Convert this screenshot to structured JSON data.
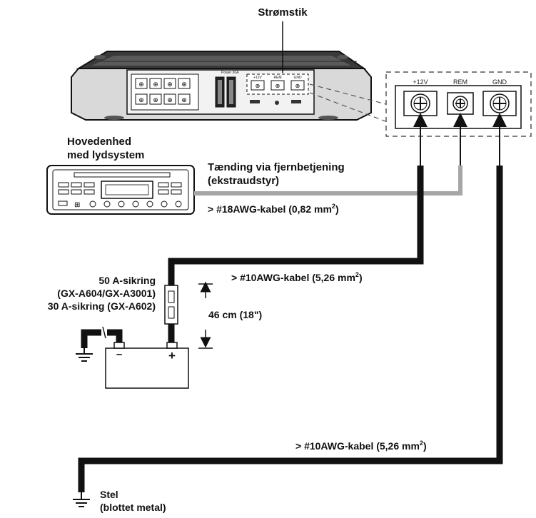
{
  "labels": {
    "power_connector": "Strømstik",
    "head_unit_1": "Hovedenhed",
    "head_unit_2": "med lydsystem",
    "remote_1": "Tænding via fjernbetjening",
    "remote_2": "(ekstraudstyr)",
    "cable_18awg": "> #18AWG-kabel (0,82 mm",
    "cable_18awg_sup": "2",
    "cable_18awg_end": ")",
    "cable_10awg_pos": "> #10AWG-kabel (5,26 mm",
    "cable_10awg_pos_sup": "2",
    "cable_10awg_pos_end": ")",
    "fuse_1": "50 A-sikring",
    "fuse_2": "(GX-A604/GX-A3001)",
    "fuse_3": "30 A-sikring (GX-A602)",
    "distance": "46 cm (18\")",
    "cable_10awg_gnd": "> #10AWG-kabel (5,26 mm",
    "cable_10awg_gnd_sup": "2",
    "cable_10awg_gnd_end": ")",
    "chassis_1": "Stel",
    "chassis_2": "(blottet metal)",
    "battery_minus": "–",
    "battery_plus": "+"
  },
  "terminals": [
    "+12V",
    "REM",
    "GND"
  ],
  "amplifier": {
    "power_label": "Power 30A",
    "terminal_small": [
      "+12V",
      "REM",
      "GND"
    ]
  },
  "colors": {
    "cable": "#111111",
    "remote_cable": "#a6a6a6",
    "amp_body": "#2a2a2a"
  }
}
